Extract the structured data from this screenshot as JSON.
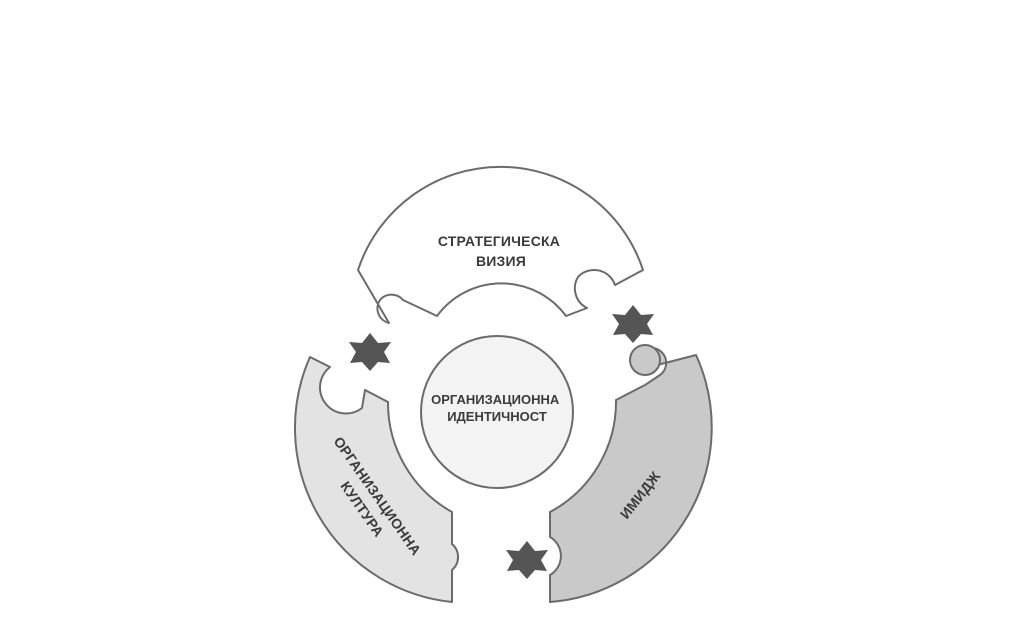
{
  "diagram": {
    "top_piece": {
      "line1": "СТРАТЕГИЧЕСКА",
      "line2": "ВИЗИЯ",
      "fill": "#ffffff"
    },
    "left_piece": {
      "line1": "ОРГАНИЗАЦИОННА",
      "line2": "КУЛТУРА",
      "fill": "#e3e3e3"
    },
    "right_piece": {
      "line1": "ИМИДЖ",
      "fill": "#c9c9c9"
    },
    "center": {
      "line1": "ОРГАНИЗАЦИОННА",
      "line2": "ИДЕНТИЧНОСТ",
      "fill": "#f3f3f3"
    },
    "stroke_color": "#6b6b6b",
    "star_color": "#555555"
  }
}
